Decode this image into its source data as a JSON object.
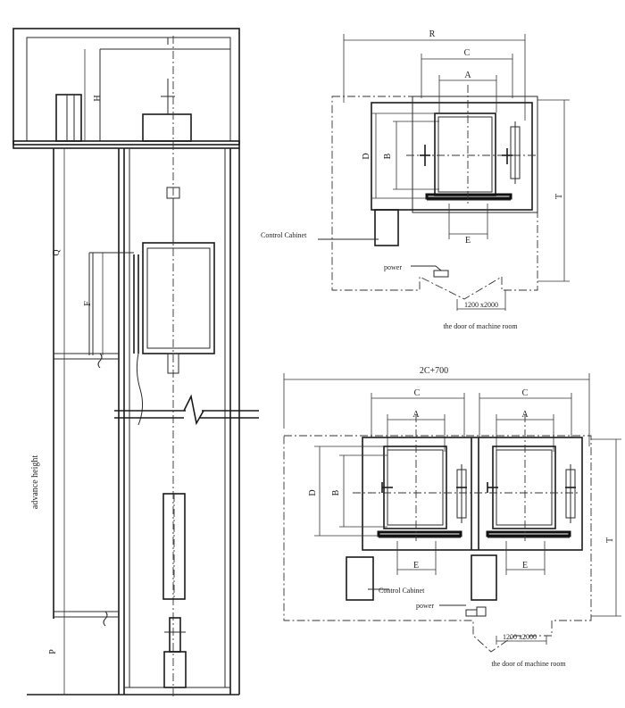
{
  "section": {
    "label_H": "H",
    "label_Q": "Q",
    "label_F": "F",
    "label_advance": "advance height",
    "label_P": "P"
  },
  "single_plan": {
    "R": "R",
    "C": "C",
    "A": "A",
    "D": "D",
    "B": "B",
    "T": "T",
    "E": "E",
    "control_cabinet": "Control Cabinet",
    "power": "power",
    "door_size": "1200 x2000",
    "door_caption": "the door of machine room"
  },
  "double_plan": {
    "width": "2C+700",
    "C1": "C",
    "C2": "C",
    "A1": "A",
    "A2": "A",
    "D": "D",
    "B": "B",
    "T": "T",
    "E1": "E",
    "E2": "E",
    "control_cabinet": "Control Cabinet",
    "power": "power",
    "door_size": "1200 x2000",
    "door_caption": "the door of machine room"
  }
}
